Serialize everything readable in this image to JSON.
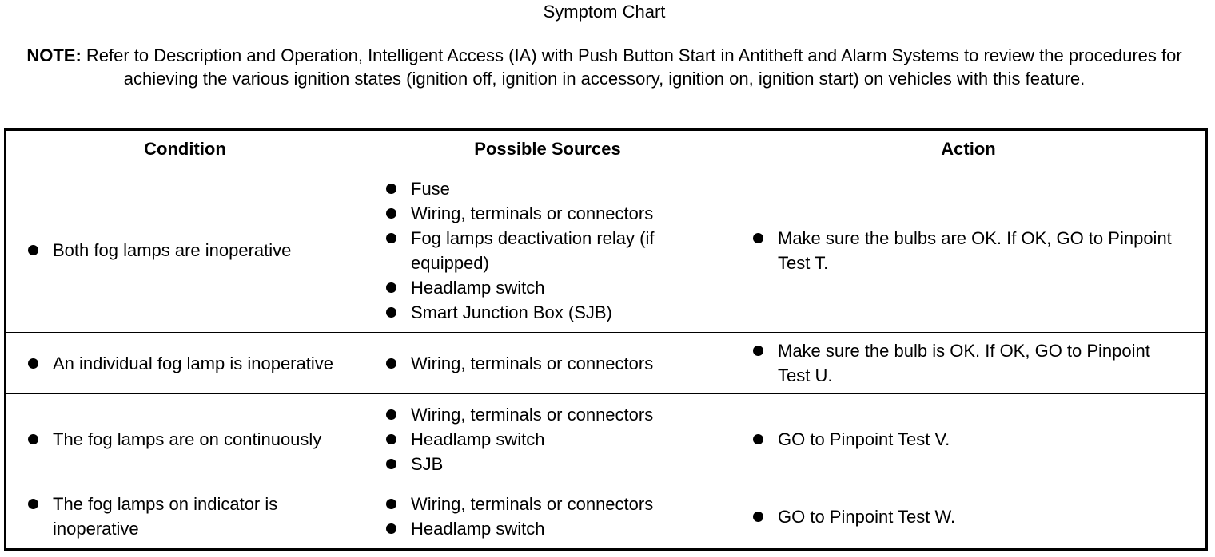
{
  "title": "Symptom Chart",
  "note": {
    "label": "NOTE",
    "sep": ":",
    "text_1": " Refer to Description and Operation, ",
    "link": "Intelligent Access (IA) with Push Button Start",
    "text_2": " in Antitheft and Alarm Systems to review the procedures for achieving the various ignition states (ignition off, ignition in accessory, ignition on, ignition start) on vehicles with this feature."
  },
  "table": {
    "headers": [
      "Condition",
      "Possible Sources",
      "Action"
    ],
    "rows": [
      {
        "condition": [
          "Both fog lamps are inoperative"
        ],
        "sources": [
          "Fuse",
          "Wiring, terminals or connectors",
          "Fog lamps deactivation relay (if equipped)",
          "Headlamp switch",
          "Smart Junction Box (SJB)"
        ],
        "action": [
          "Make sure the bulbs are OK. If OK, GO to Pinpoint Test T."
        ]
      },
      {
        "condition": [
          "An individual fog lamp is inoperative"
        ],
        "sources": [
          "Wiring, terminals or connectors"
        ],
        "action": [
          "Make sure the bulb is OK. If OK, GO to Pinpoint Test U."
        ]
      },
      {
        "condition": [
          "The fog lamps are on continuously"
        ],
        "sources": [
          "Wiring, terminals or connectors",
          "Headlamp switch",
          "SJB"
        ],
        "action": [
          "GO to Pinpoint Test V."
        ]
      },
      {
        "condition": [
          "The fog lamps on indicator is inoperative"
        ],
        "sources": [
          "Wiring, terminals or connectors",
          "Headlamp switch"
        ],
        "action": [
          "GO to Pinpoint Test W."
        ]
      }
    ]
  }
}
